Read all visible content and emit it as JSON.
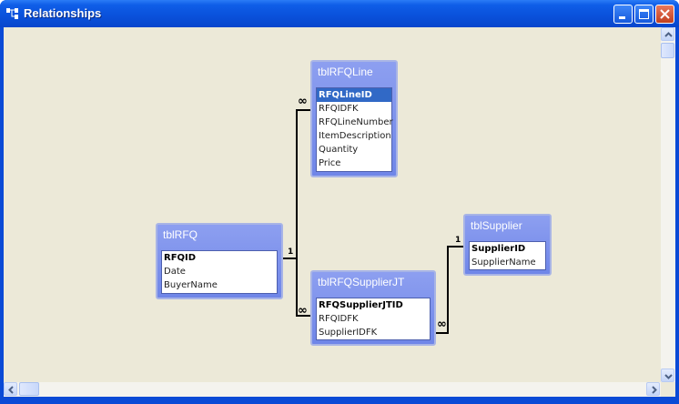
{
  "window": {
    "title": "Relationships"
  },
  "tables": {
    "rfqline": {
      "title": "tblRFQLine",
      "fields": [
        "RFQLineID",
        "RFQIDFK",
        "RFQLineNumber",
        "ItemDescription",
        "Quantity",
        "Price"
      ]
    },
    "rfq": {
      "title": "tblRFQ",
      "fields": [
        "RFQID",
        "Date",
        "BuyerName"
      ]
    },
    "supplierjt": {
      "title": "tblRFQSupplierJT",
      "fields": [
        "RFQSupplierJTID",
        "RFQIDFK",
        "SupplierIDFK"
      ]
    },
    "supplier": {
      "title": "tblSupplier",
      "fields": [
        "SupplierID",
        "SupplierName"
      ]
    }
  },
  "relationships": {
    "one_label": "1",
    "many_label": "∞"
  },
  "colors": {
    "titlebar": "#0a52dc",
    "canvas": "#ece9d8",
    "table_header": "#7c91ec",
    "selection": "#3169c6"
  },
  "icons": {
    "app": "relationships-icon",
    "minimize": "minimize-icon",
    "maximize": "maximize-icon",
    "close": "close-icon"
  }
}
